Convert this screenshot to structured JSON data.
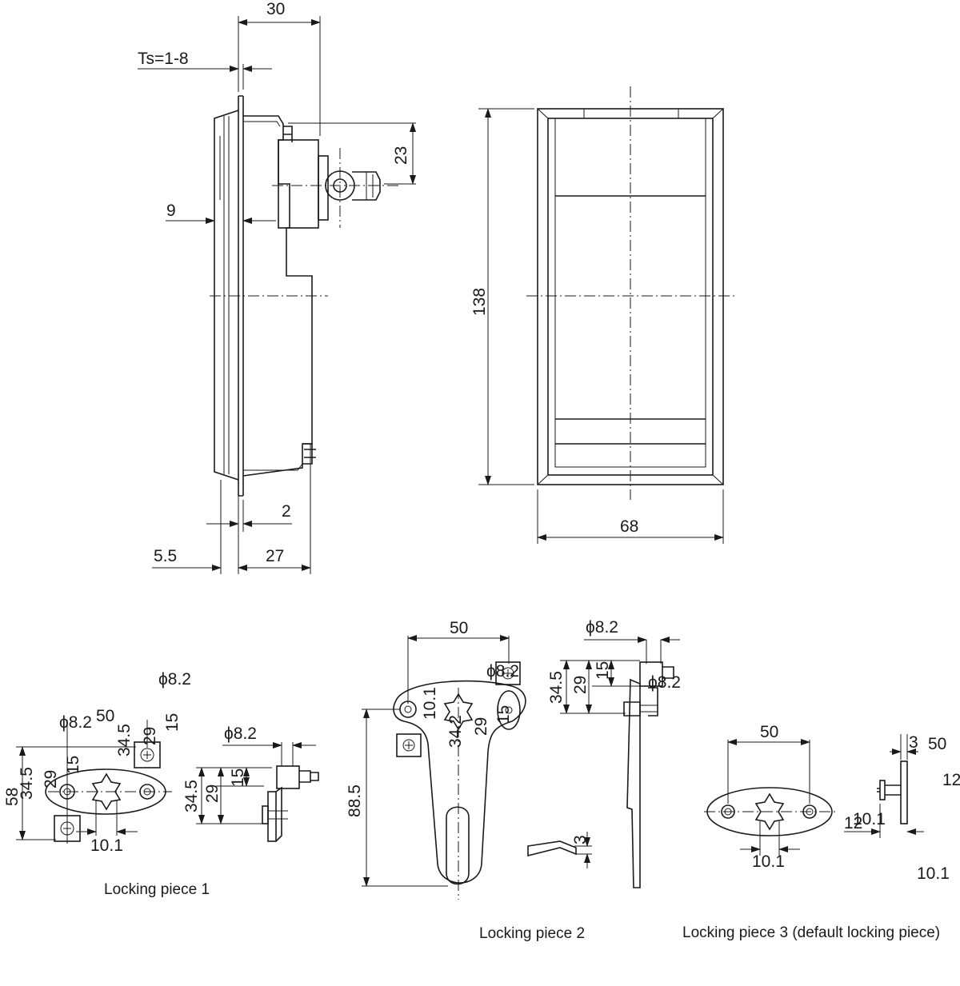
{
  "dimensions": {
    "side_view": {
      "width_top": "30",
      "thickness": "Ts=1-8",
      "cam_height": "23",
      "flange": "9",
      "plate": "2",
      "bezel": "5.5",
      "depth": "27"
    },
    "front_view": {
      "height": "138",
      "width": "68"
    },
    "piece1": {
      "phi_top": "ϕ8.2",
      "phi_a": "ϕ8.2",
      "w50": "50",
      "d345_a": "34.5",
      "d29_a": "29",
      "d15_a": "15",
      "d58": "58",
      "d345_b": "34.5",
      "d29_b": "29",
      "d15_b": "15",
      "d101": "10.1",
      "side_phi": "ϕ8.2",
      "side_345": "34.5",
      "side_29": "29",
      "side_15": "15"
    },
    "piece2": {
      "w50": "50",
      "phi": "ϕ8.2",
      "d101": "10.1",
      "d342": "34.2",
      "d29": "29",
      "d15": "15",
      "d885": "88.5",
      "d3": "3",
      "side_phi_a": "ϕ8.2",
      "side_phi_b": "ϕ8.2",
      "side_345": "34.5",
      "side_29": "29",
      "side_15": "15"
    },
    "piece3": {
      "w50": "50",
      "d101": "10.1",
      "side_3": "3",
      "side_50": "50",
      "side_12a": "12",
      "side_12b": "12",
      "side_101a": "10.1",
      "side_101b": "10.1"
    }
  },
  "captions": {
    "piece1": "Locking piece 1",
    "piece2": "Locking piece 2",
    "piece3": "Locking piece 3 (default locking piece)"
  }
}
